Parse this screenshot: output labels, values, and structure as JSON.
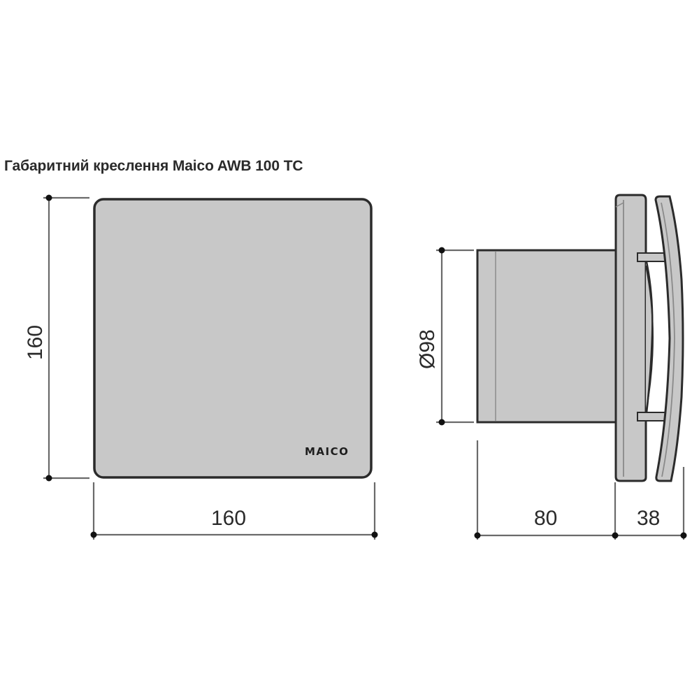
{
  "title": "Габаритний креслення Maico AWB 100 TC",
  "front_view": {
    "brand_label": "MAICO",
    "height_dim": "160",
    "width_dim": "160",
    "panel_color": "#c8c8c8"
  },
  "side_view": {
    "diameter_dim": "Ø98",
    "tube_length_dim": "80",
    "cover_depth_dim": "38",
    "body_color": "#c8c8c8"
  },
  "colors": {
    "outline": "#2b2b2b",
    "dim_line": "#6a6a6a",
    "text": "#2a2a2a"
  }
}
